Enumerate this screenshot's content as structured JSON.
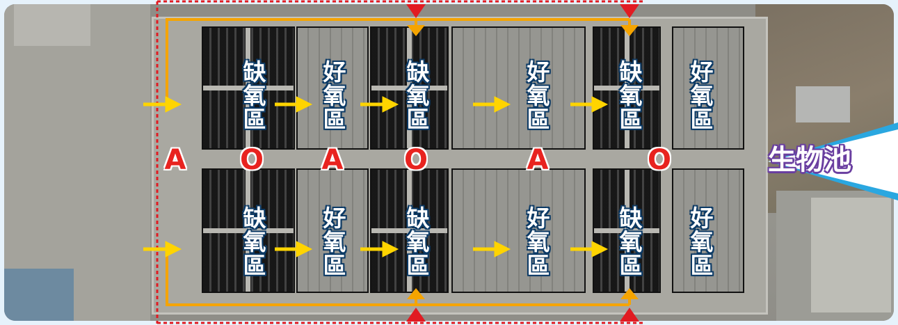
{
  "zones": {
    "anoxic": "缺氧區",
    "aerobic": "好氧區"
  },
  "rows": [
    [
      "anoxic",
      "aerobic",
      "anoxic",
      "aerobic",
      "anoxic",
      "aerobic"
    ],
    [
      "anoxic",
      "aerobic",
      "anoxic",
      "aerobic",
      "anoxic",
      "aerobic"
    ]
  ],
  "process_sequence": [
    "A",
    "O",
    "A",
    "O",
    "A",
    "O"
  ],
  "callout": {
    "label": "生物池",
    "color": "#2aa7e0"
  },
  "colors": {
    "flow_arrow": "#ffd400",
    "feed_line": "#f5a400",
    "feed_marker": "#e11b22",
    "boundary": "#e11b22",
    "zone_text_outline": "#0d3b66",
    "process_letter": "#e8231f"
  },
  "icons": [
    "flow-arrow-icon",
    "feed-arrow-icon"
  ]
}
